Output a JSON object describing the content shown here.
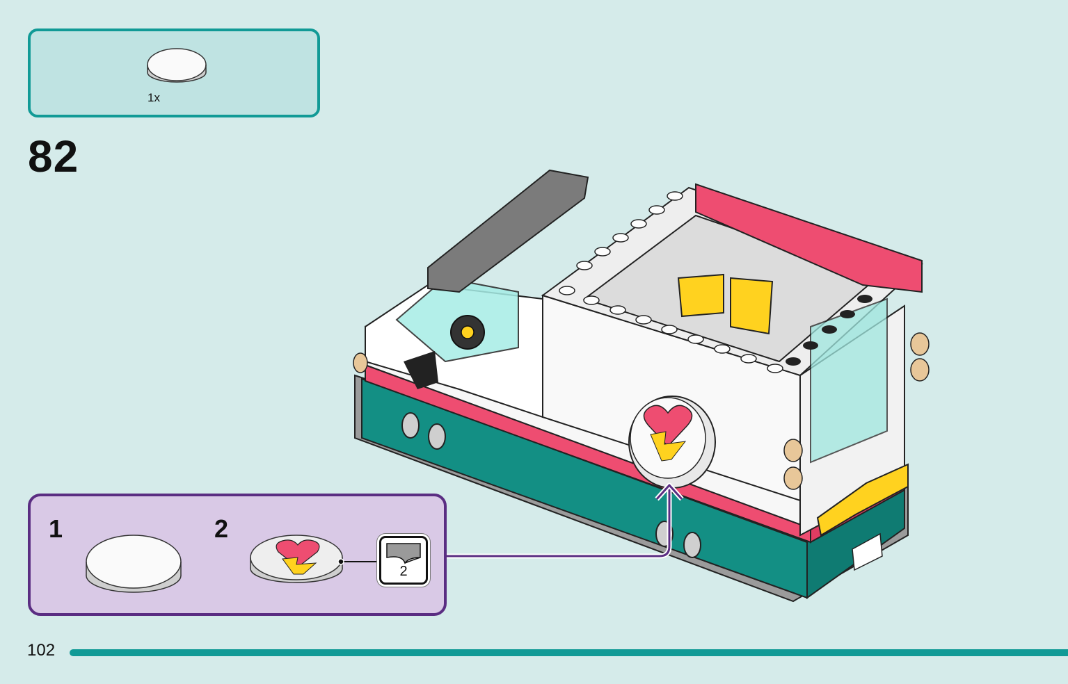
{
  "parts_callout": {
    "quantity": "1x"
  },
  "step": {
    "number": "82"
  },
  "sub_steps": [
    {
      "number": "1"
    },
    {
      "number": "2",
      "sticker_sheet_number": "2"
    }
  ],
  "page": {
    "number": "102"
  },
  "colors": {
    "accent_teal": "#119a96",
    "callout_purple": "#5a2d82",
    "callout_fill_lilac": "#d9c9e6",
    "background": "#d5ebea",
    "vehicle_pink": "#ee4d71",
    "vehicle_teal": "#138f84",
    "vehicle_yellow": "#ffd21f"
  },
  "icons": [
    "round-tile-icon",
    "heart-sticker-tile-icon",
    "sticker-sheet-icon",
    "placement-arrow-icon"
  ]
}
